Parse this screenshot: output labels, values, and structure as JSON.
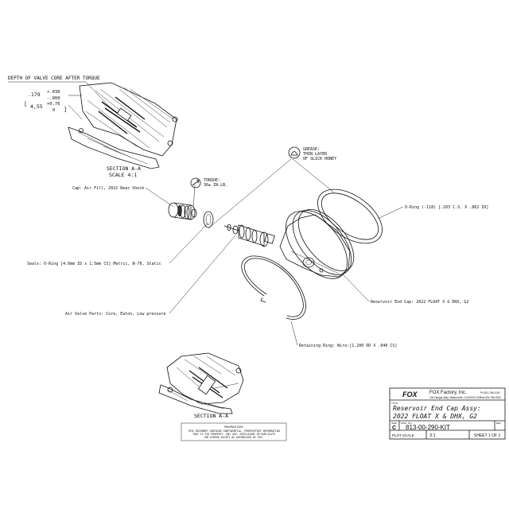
{
  "header_note": "DEPTH OF VALVE CORE AFTER TORQUE",
  "dimensions": {
    "imperial_value": ".179",
    "imperial_tol_plus": "+.030",
    "imperial_tol_minus": "-.000",
    "metric_value": "4,55",
    "metric_tol_plus": "+0,76",
    "metric_tol_minus": "0"
  },
  "section_top": {
    "title": "SECTION  A-A",
    "scale": "SCALE  4:1"
  },
  "section_bottom": {
    "title": "SECTION  A-A"
  },
  "torque_note": {
    "line1": "TORQUE:",
    "line2": "36± IN.LB."
  },
  "grease_note": {
    "line1": "GREASE:",
    "line2": "THIN LAYER",
    "line3": "OF SLICK HONEY"
  },
  "callouts": {
    "cap": "Cap: Air Fill, 2022 Rear Shock",
    "seals": "Seals: O-Ring [4.0mm ID x 1.5mm CS] Metric, N-70, Static",
    "valve": "Air Valve Parts: Core, Eaton, Low pressure",
    "oring": "O-Ring (-118) [.103 C.S. X .862 ID]",
    "endcap": "Reservoir End Cap: 2022 FLOAT X & DHX, G2",
    "ring": "Retaining Ring: Wire:[1.200 OD X .040 CS]"
  },
  "proprietary": {
    "heading": "PROPRIETARY",
    "line1": "THIS DOCUMENT CONTAINS CONFIDENTIAL, PROPRIETARY INFORMATION",
    "line2": "THAT IS FOX PROPERTY. ANY USE, DISCLOSURE OR DUPLICATE",
    "line3": "FOR OTHERS EXCEPT AS AUTHORIZED BY FOX."
  },
  "title_block": {
    "logo": "FOX",
    "company": "FOX Factory, Inc.",
    "address": "130 Hangar Way, Watsonville, CA 95076 USA",
    "phone": "Ph 831-768-1100",
    "fax": "Fax 831-768-9312",
    "title_label": "TITLE",
    "title_line1": "Reservoir End Cap Assy:",
    "title_line2": "2022 FLOAT X & DHX, G2",
    "size_label": "SIZE",
    "size_value": "C",
    "dwg_label": "DWG. NO.",
    "part_number": "813-00-290-KIT",
    "rev_label": "REV",
    "plot_scale_label": "PLOT SCALE",
    "plot_scale_value": "3:1",
    "sheet": "SHEET 1 OF 1"
  }
}
